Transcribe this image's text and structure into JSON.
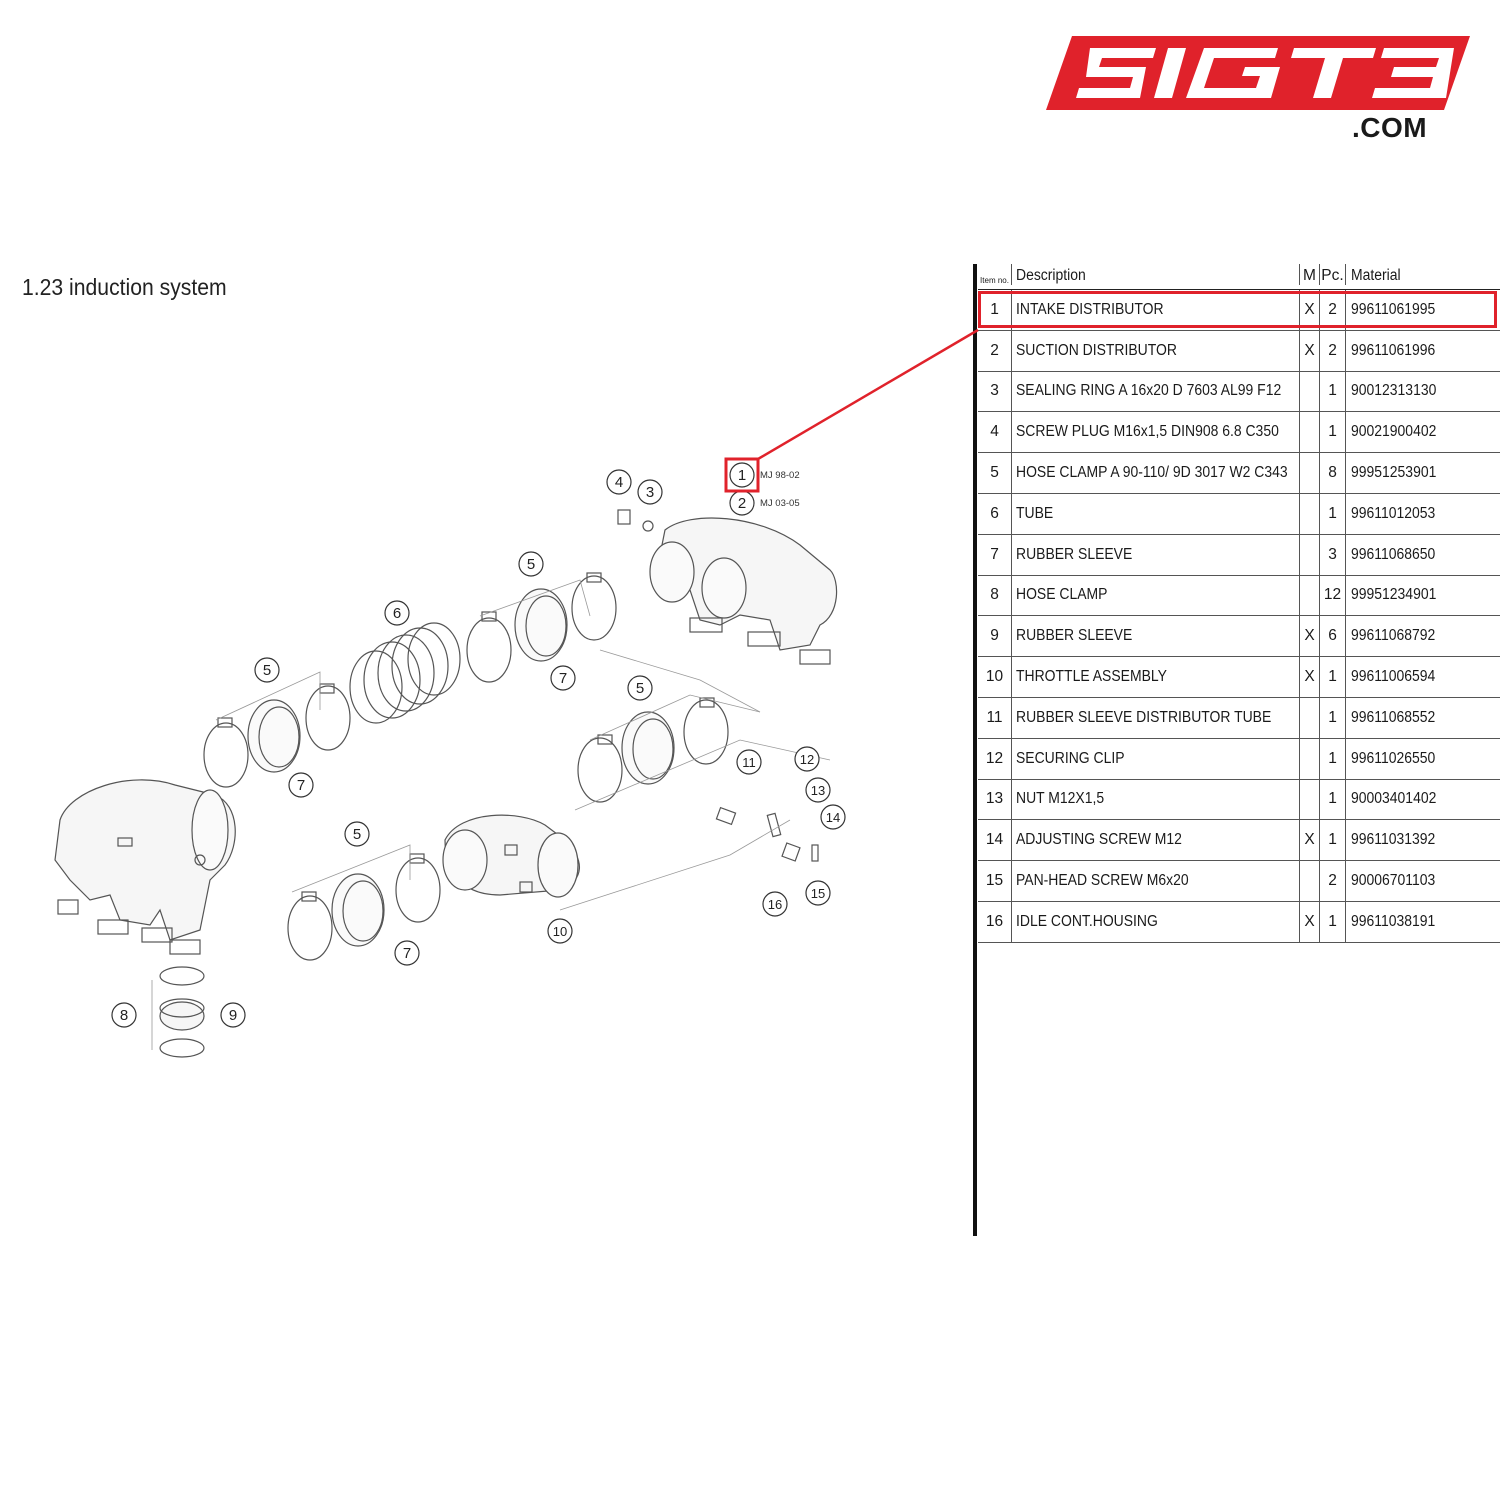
{
  "brand": {
    "com_label": ".COM",
    "logo_color": "#e0222b"
  },
  "section": {
    "title": "1.23  induction system"
  },
  "highlight_color": "#e0222b",
  "diagram": {
    "callouts": [
      "1",
      "2",
      "3",
      "4",
      "5",
      "5",
      "5",
      "5",
      "6",
      "7",
      "7",
      "7",
      "8",
      "9",
      "10",
      "11",
      "12",
      "13",
      "14",
      "15",
      "16"
    ],
    "variant_labels": {
      "v1": "MJ 98-02",
      "v2": "MJ 03-05"
    }
  },
  "table": {
    "headers": {
      "item": "Item no.",
      "description": "Description",
      "m": "M",
      "pc": "Pc.",
      "material": "Material"
    },
    "rows": [
      {
        "item": "1",
        "description": "INTAKE DISTRIBUTOR",
        "m": "X",
        "pc": "2",
        "material": "99611061995"
      },
      {
        "item": "2",
        "description": "SUCTION DISTRIBUTOR",
        "m": "X",
        "pc": "2",
        "material": "99611061996"
      },
      {
        "item": "3",
        "description": "SEALING RING A 16x20 D 7603 AL99 F12",
        "m": "",
        "pc": "1",
        "material": "90012313130"
      },
      {
        "item": "4",
        "description": "SCREW PLUG M16x1,5 DIN908 6.8 C350",
        "m": "",
        "pc": "1",
        "material": "90021900402"
      },
      {
        "item": "5",
        "description": "HOSE CLAMP A 90-110/ 9D 3017 W2 C343",
        "m": "",
        "pc": "8",
        "material": "99951253901"
      },
      {
        "item": "6",
        "description": "TUBE",
        "m": "",
        "pc": "1",
        "material": "99611012053"
      },
      {
        "item": "7",
        "description": "RUBBER SLEEVE",
        "m": "",
        "pc": "3",
        "material": "99611068650"
      },
      {
        "item": "8",
        "description": "HOSE CLAMP",
        "m": "",
        "pc": "12",
        "material": "99951234901"
      },
      {
        "item": "9",
        "description": "RUBBER SLEEVE",
        "m": "X",
        "pc": "6",
        "material": "99611068792"
      },
      {
        "item": "10",
        "description": "THROTTLE ASSEMBLY",
        "m": "X",
        "pc": "1",
        "material": "99611006594"
      },
      {
        "item": "11",
        "description": "RUBBER SLEEVE DISTRIBUTOR TUBE",
        "m": "",
        "pc": "1",
        "material": "99611068552"
      },
      {
        "item": "12",
        "description": "SECURING CLIP",
        "m": "",
        "pc": "1",
        "material": "99611026550"
      },
      {
        "item": "13",
        "description": "NUT M12X1,5",
        "m": "",
        "pc": "1",
        "material": "90003401402"
      },
      {
        "item": "14",
        "description": "ADJUSTING SCREW M12",
        "m": "X",
        "pc": "1",
        "material": "99611031392"
      },
      {
        "item": "15",
        "description": "PAN-HEAD SCREW M6x20",
        "m": "",
        "pc": "2",
        "material": "90006701103"
      },
      {
        "item": "16",
        "description": "IDLE CONT.HOUSING",
        "m": "X",
        "pc": "1",
        "material": "99611038191"
      }
    ]
  }
}
